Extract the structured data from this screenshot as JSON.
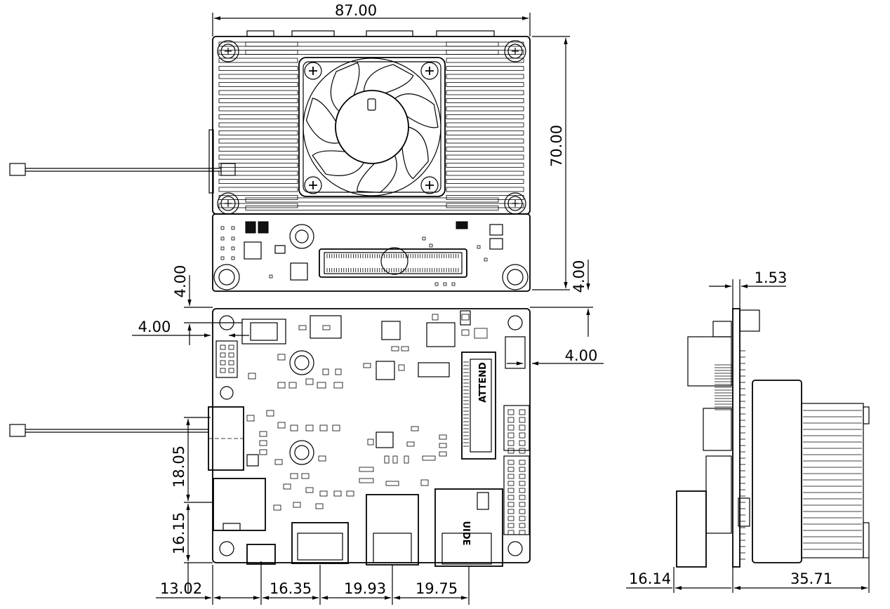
{
  "dimensions": {
    "width_top": "87.00",
    "height_right": "70.00",
    "offset_right": "4.00",
    "offset_left_vertical": "4.00",
    "offset_left_horizontal": "4.00",
    "offset_right_horizontal": "4.00",
    "bottom_1": "13.02",
    "bottom_2": "16.35",
    "bottom_3": "19.93",
    "bottom_4": "19.75",
    "left_lower_1": "18.05",
    "left_lower_2": "16.15",
    "side_top": "1.53",
    "side_bottom_left": "16.14",
    "side_bottom_right": "35.71"
  },
  "labels": {
    "mpcie_slot": "ATTEND",
    "ethernet_jack": "UIDE"
  }
}
